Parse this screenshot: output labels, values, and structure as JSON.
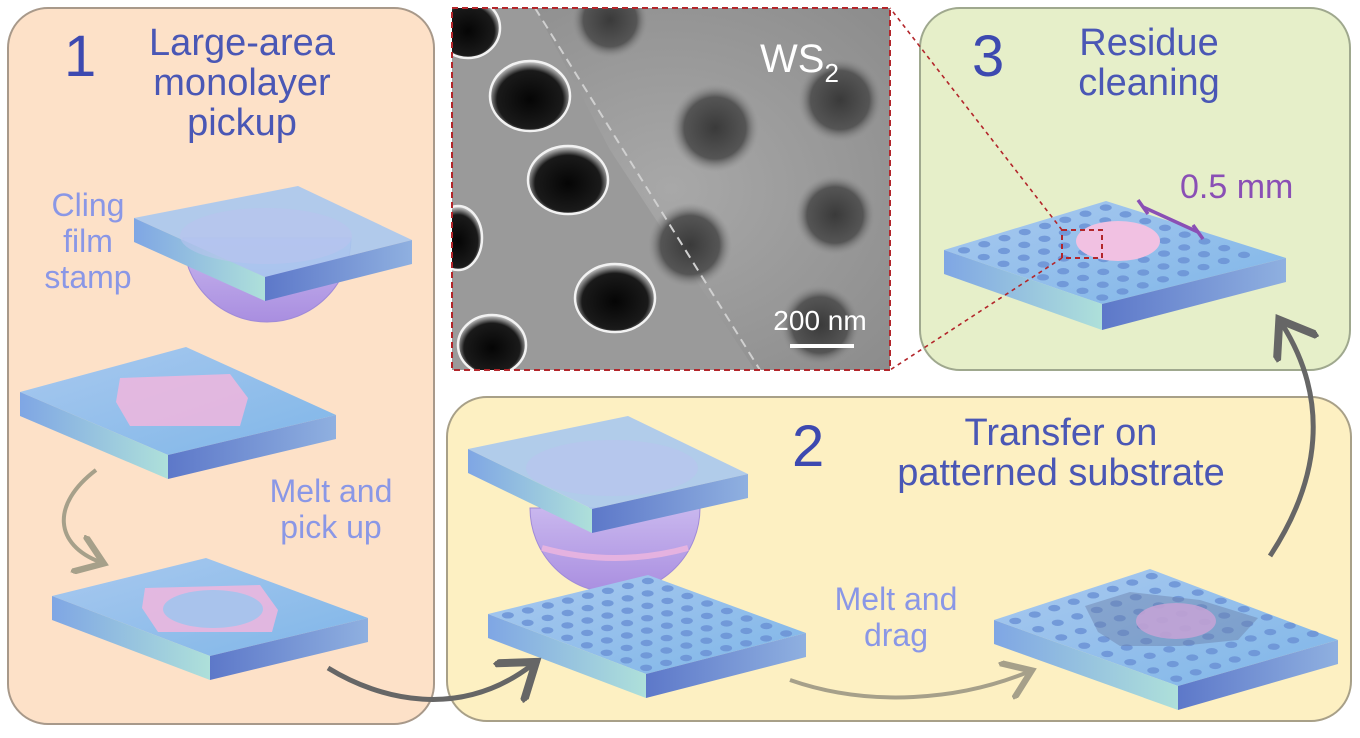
{
  "panel1": {
    "number": "1",
    "title_lines": [
      "Large-area",
      "monolayer",
      "pickup"
    ]
  },
  "panel2": {
    "number": "2",
    "title_lines": [
      "Transfer on",
      "patterned substrate"
    ]
  },
  "panel3": {
    "number": "3",
    "title_lines": [
      "Residue",
      "cleaning"
    ]
  },
  "labels": {
    "cling_film_stamp": [
      "Cling",
      "film",
      "stamp"
    ],
    "melt_pick_up": [
      "Melt and",
      "pick up"
    ],
    "melt_drag": [
      "Melt and",
      "drag"
    ],
    "scale_mm": "0.5 mm"
  },
  "sem_image": {
    "material_main": "WS",
    "material_sub": "2",
    "scalebar": "200 nm"
  },
  "colors": {
    "panel1_bg": "#fde1c8",
    "panel2_bg": "#fdf0c2",
    "panel3_bg": "#e6efc9",
    "title": "#4a57b5",
    "label": "#8a97e6",
    "frame_dashed": "#b3262b",
    "monolayer": "#f0b6de"
  }
}
